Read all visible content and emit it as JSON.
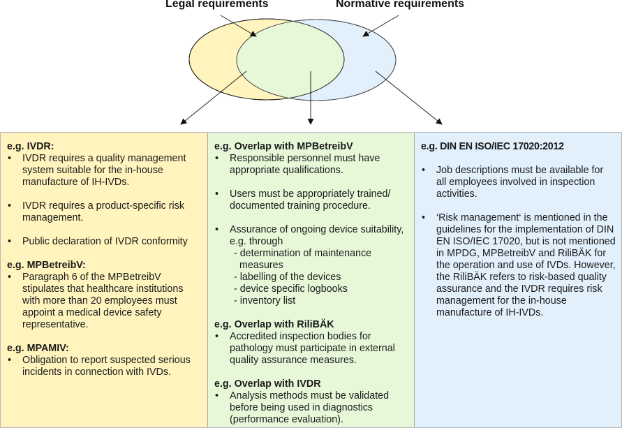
{
  "venn": {
    "left_label": "Legal requirements",
    "right_label": "Normative requirements",
    "colors": {
      "legal": "#fff4bd",
      "overlap": "#e7f8d9",
      "normative": "#e2f0fc",
      "stroke": "#222222"
    }
  },
  "panels": {
    "legal": {
      "sections": [
        {
          "title": "e.g. IVDR:",
          "bullets": [
            "IVDR requires a quality management system suitable for the in-house manufacture of IH-IVDs.",
            "IVDR requires a product-specific risk management.",
            "Public declaration of IVDR conformity"
          ]
        },
        {
          "title": "e.g. MPBetreibV:",
          "bullets": [
            "Paragraph 6 of the MPBetreibV stipulates that healthcare institutions with more than 20 employees must appoint a medical device safety representative."
          ]
        },
        {
          "title": "e.g. MPAMIV:",
          "bullets": [
            "Obligation to report suspected serious incidents in connection with IVDs."
          ]
        }
      ]
    },
    "overlap": {
      "sections": [
        {
          "title": "e.g. Overlap with MPBetreibV",
          "bullets": [
            "Responsible personnel must have appropriate qualifications.",
            "Users must be appropriately trained/ documented training procedure.",
            "Assurance of ongoing device suitability, e.g. through"
          ],
          "sub_items": [
            "- determination of maintenance measures",
            "- labelling of the devices",
            "- device specific logbooks",
            "- inventory list"
          ]
        },
        {
          "title": "e.g. Overlap with RiliBÄK",
          "bullets": [
            "Accredited inspection bodies for pathology must participate in external quality assurance measures."
          ]
        },
        {
          "title": "e.g. Overlap with IVDR",
          "bullets": [
            "Analysis methods must be validated before being used in diagnostics (performance evaluation)."
          ]
        }
      ]
    },
    "normative": {
      "sections": [
        {
          "title": "e.g. DIN EN ISO/IEC 17020:2012",
          "bullets": [
            "Job descriptions must be available for all employees involved in inspection activities.",
            "‘Risk management‘ is mentioned in the guidelines for the implementation of DIN EN ISO/IEC 17020, but is not mentioned in MPDG, MPBetreibV and RiliBÄK for the operation and use of IVDs. However, the RiliBÄK refers to risk-based quality assurance and the IVDR requires risk management for the in-house manufacture of IH-IVDs."
          ]
        }
      ]
    },
    "bullet_glyph": "•"
  }
}
